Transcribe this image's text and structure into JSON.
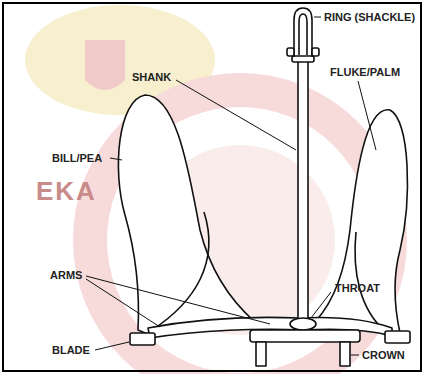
{
  "diagram": {
    "labels": [
      "RING (SHACKLE)",
      "SHANK",
      "FLUKE/PALM",
      "BILL/PEA",
      "ARMS",
      "THROAT",
      "BLADE",
      "CROWN",
      "EKA"
    ]
  }
}
